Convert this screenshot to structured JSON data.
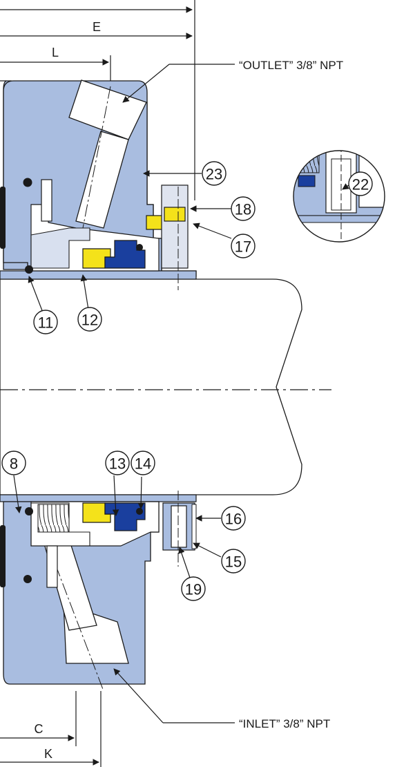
{
  "colors": {
    "body_blue": "#a9bde0",
    "seal_blue": "#1a3f9e",
    "seal_yellow": "#f4e21a",
    "bolt_grey": "#dfe4ef",
    "outline": "#1a1a1a"
  },
  "dimensions": {
    "e": "E",
    "l": "L",
    "c": "C",
    "k": "K"
  },
  "callouts": {
    "outlet": "“OUTLET” 3/8” NPT",
    "inlet": "“INLET” 3/8” NPT"
  },
  "parts": {
    "p23": "23",
    "p22": "22",
    "p18": "18",
    "p17": "17",
    "p11": "11",
    "p12": "12",
    "p8": "8",
    "p13": "13",
    "p14": "14",
    "p16": "16",
    "p15": "15",
    "p19": "19"
  }
}
